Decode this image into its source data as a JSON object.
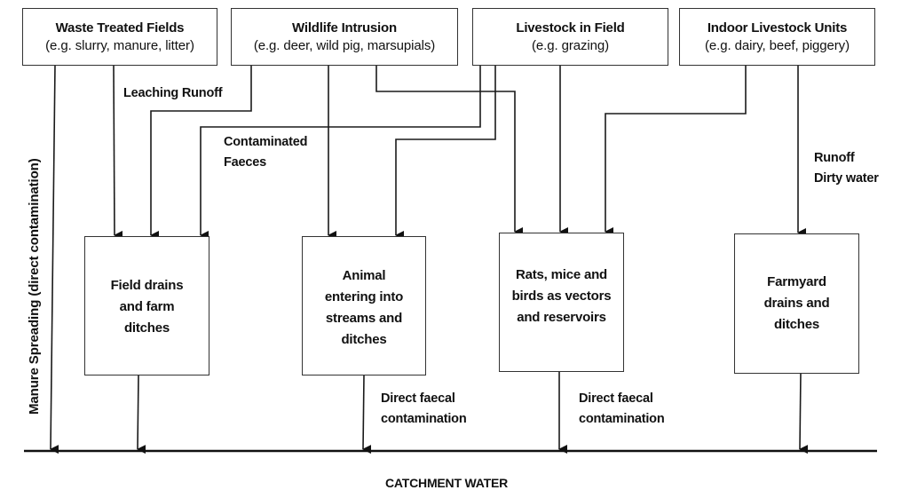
{
  "sources": [
    {
      "id": "waste-treated-fields",
      "title": "Waste Treated Fields",
      "subtitle": "(e.g. slurry, manure, litter)"
    },
    {
      "id": "wildlife-intrusion",
      "title": "Wildlife Intrusion",
      "subtitle": "(e.g. deer, wild pig, marsupials)"
    },
    {
      "id": "livestock-in-field",
      "title": "Livestock in Field",
      "subtitle": "(e.g. grazing)"
    },
    {
      "id": "indoor-livestock-units",
      "title": "Indoor Livestock Units",
      "subtitle": "(e.g. dairy, beef, piggery)"
    }
  ],
  "pathways": [
    {
      "id": "field-drains",
      "lines": [
        "Field drains",
        "and farm",
        "ditches"
      ]
    },
    {
      "id": "animal-entering",
      "lines": [
        "Animal",
        "entering into",
        "streams and",
        "ditches"
      ]
    },
    {
      "id": "rats-mice-birds",
      "lines": [
        "Rats, mice and",
        "birds as vectors",
        "and reservoirs"
      ]
    },
    {
      "id": "farmyard-drains",
      "lines": [
        "Farmyard",
        "drains and",
        "ditches"
      ]
    }
  ],
  "labels": {
    "leaching_runoff": "Leaching Runoff",
    "contaminated_faeces": [
      "Contaminated",
      "Faeces"
    ],
    "runoff_dirty_water": [
      "Runoff",
      "Dirty water"
    ],
    "direct_faecal_1": [
      "Direct faecal",
      "contamination"
    ],
    "direct_faecal_2": [
      "Direct faecal",
      "contamination"
    ],
    "manure_spreading": "Manure Spreading (direct contamination)",
    "catchment_water": "CATCHMENT WATER"
  },
  "connections": [
    {
      "from": "waste-treated-fields",
      "to": "catchment-water"
    },
    {
      "from": "waste-treated-fields",
      "to": "field-drains"
    },
    {
      "from": "wildlife-intrusion",
      "to": "field-drains"
    },
    {
      "from": "wildlife-intrusion",
      "to": "animal-entering"
    },
    {
      "from": "wildlife-intrusion",
      "to": "rats-mice-birds"
    },
    {
      "from": "livestock-in-field",
      "to": "field-drains"
    },
    {
      "from": "livestock-in-field",
      "to": "animal-entering"
    },
    {
      "from": "livestock-in-field",
      "to": "rats-mice-birds"
    },
    {
      "from": "indoor-livestock-units",
      "to": "rats-mice-birds"
    },
    {
      "from": "indoor-livestock-units",
      "to": "farmyard-drains"
    },
    {
      "from": "field-drains",
      "to": "catchment-water"
    },
    {
      "from": "animal-entering",
      "to": "catchment-water"
    },
    {
      "from": "rats-mice-birds",
      "to": "catchment-water"
    },
    {
      "from": "farmyard-drains",
      "to": "catchment-water"
    }
  ]
}
